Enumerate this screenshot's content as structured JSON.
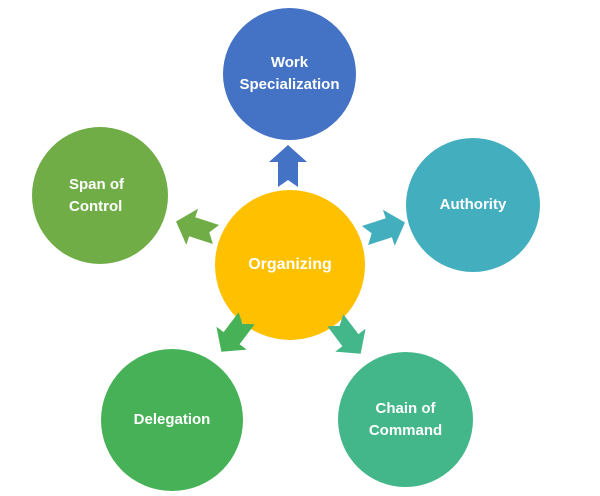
{
  "diagram": {
    "type": "radial",
    "background_color": "#ffffff",
    "text_color": "#ffffff",
    "center": {
      "id": "organizing",
      "label": "Organizing",
      "color": "#FFC000"
    },
    "nodes": [
      {
        "id": "work-specialization",
        "label": "Work Specialization",
        "color": "#4472C4",
        "position": "top"
      },
      {
        "id": "authority",
        "label": "Authority",
        "color": "#43AEBE",
        "position": "right"
      },
      {
        "id": "chain-of-command",
        "label": "Chain of Command",
        "color": "#44B78A",
        "position": "bottom-right"
      },
      {
        "id": "delegation",
        "label": "Delegation",
        "color": "#47B157",
        "position": "bottom-left"
      },
      {
        "id": "span-of-control",
        "label": "Span of Control",
        "color": "#70AD47",
        "position": "left"
      }
    ],
    "arrows": [
      {
        "icon": "block-arrow-up-icon",
        "to": "work-specialization",
        "color": "#4472C4"
      },
      {
        "icon": "block-arrow-right-icon",
        "to": "authority",
        "color": "#43AEBE"
      },
      {
        "icon": "block-arrow-left-icon",
        "to": "span-of-control",
        "color": "#70AD47"
      },
      {
        "icon": "block-arrow-down-left-icon",
        "to": "delegation",
        "color": "#47B157"
      },
      {
        "icon": "block-arrow-down-right-icon",
        "to": "chain-of-command",
        "color": "#44B78A"
      }
    ]
  }
}
